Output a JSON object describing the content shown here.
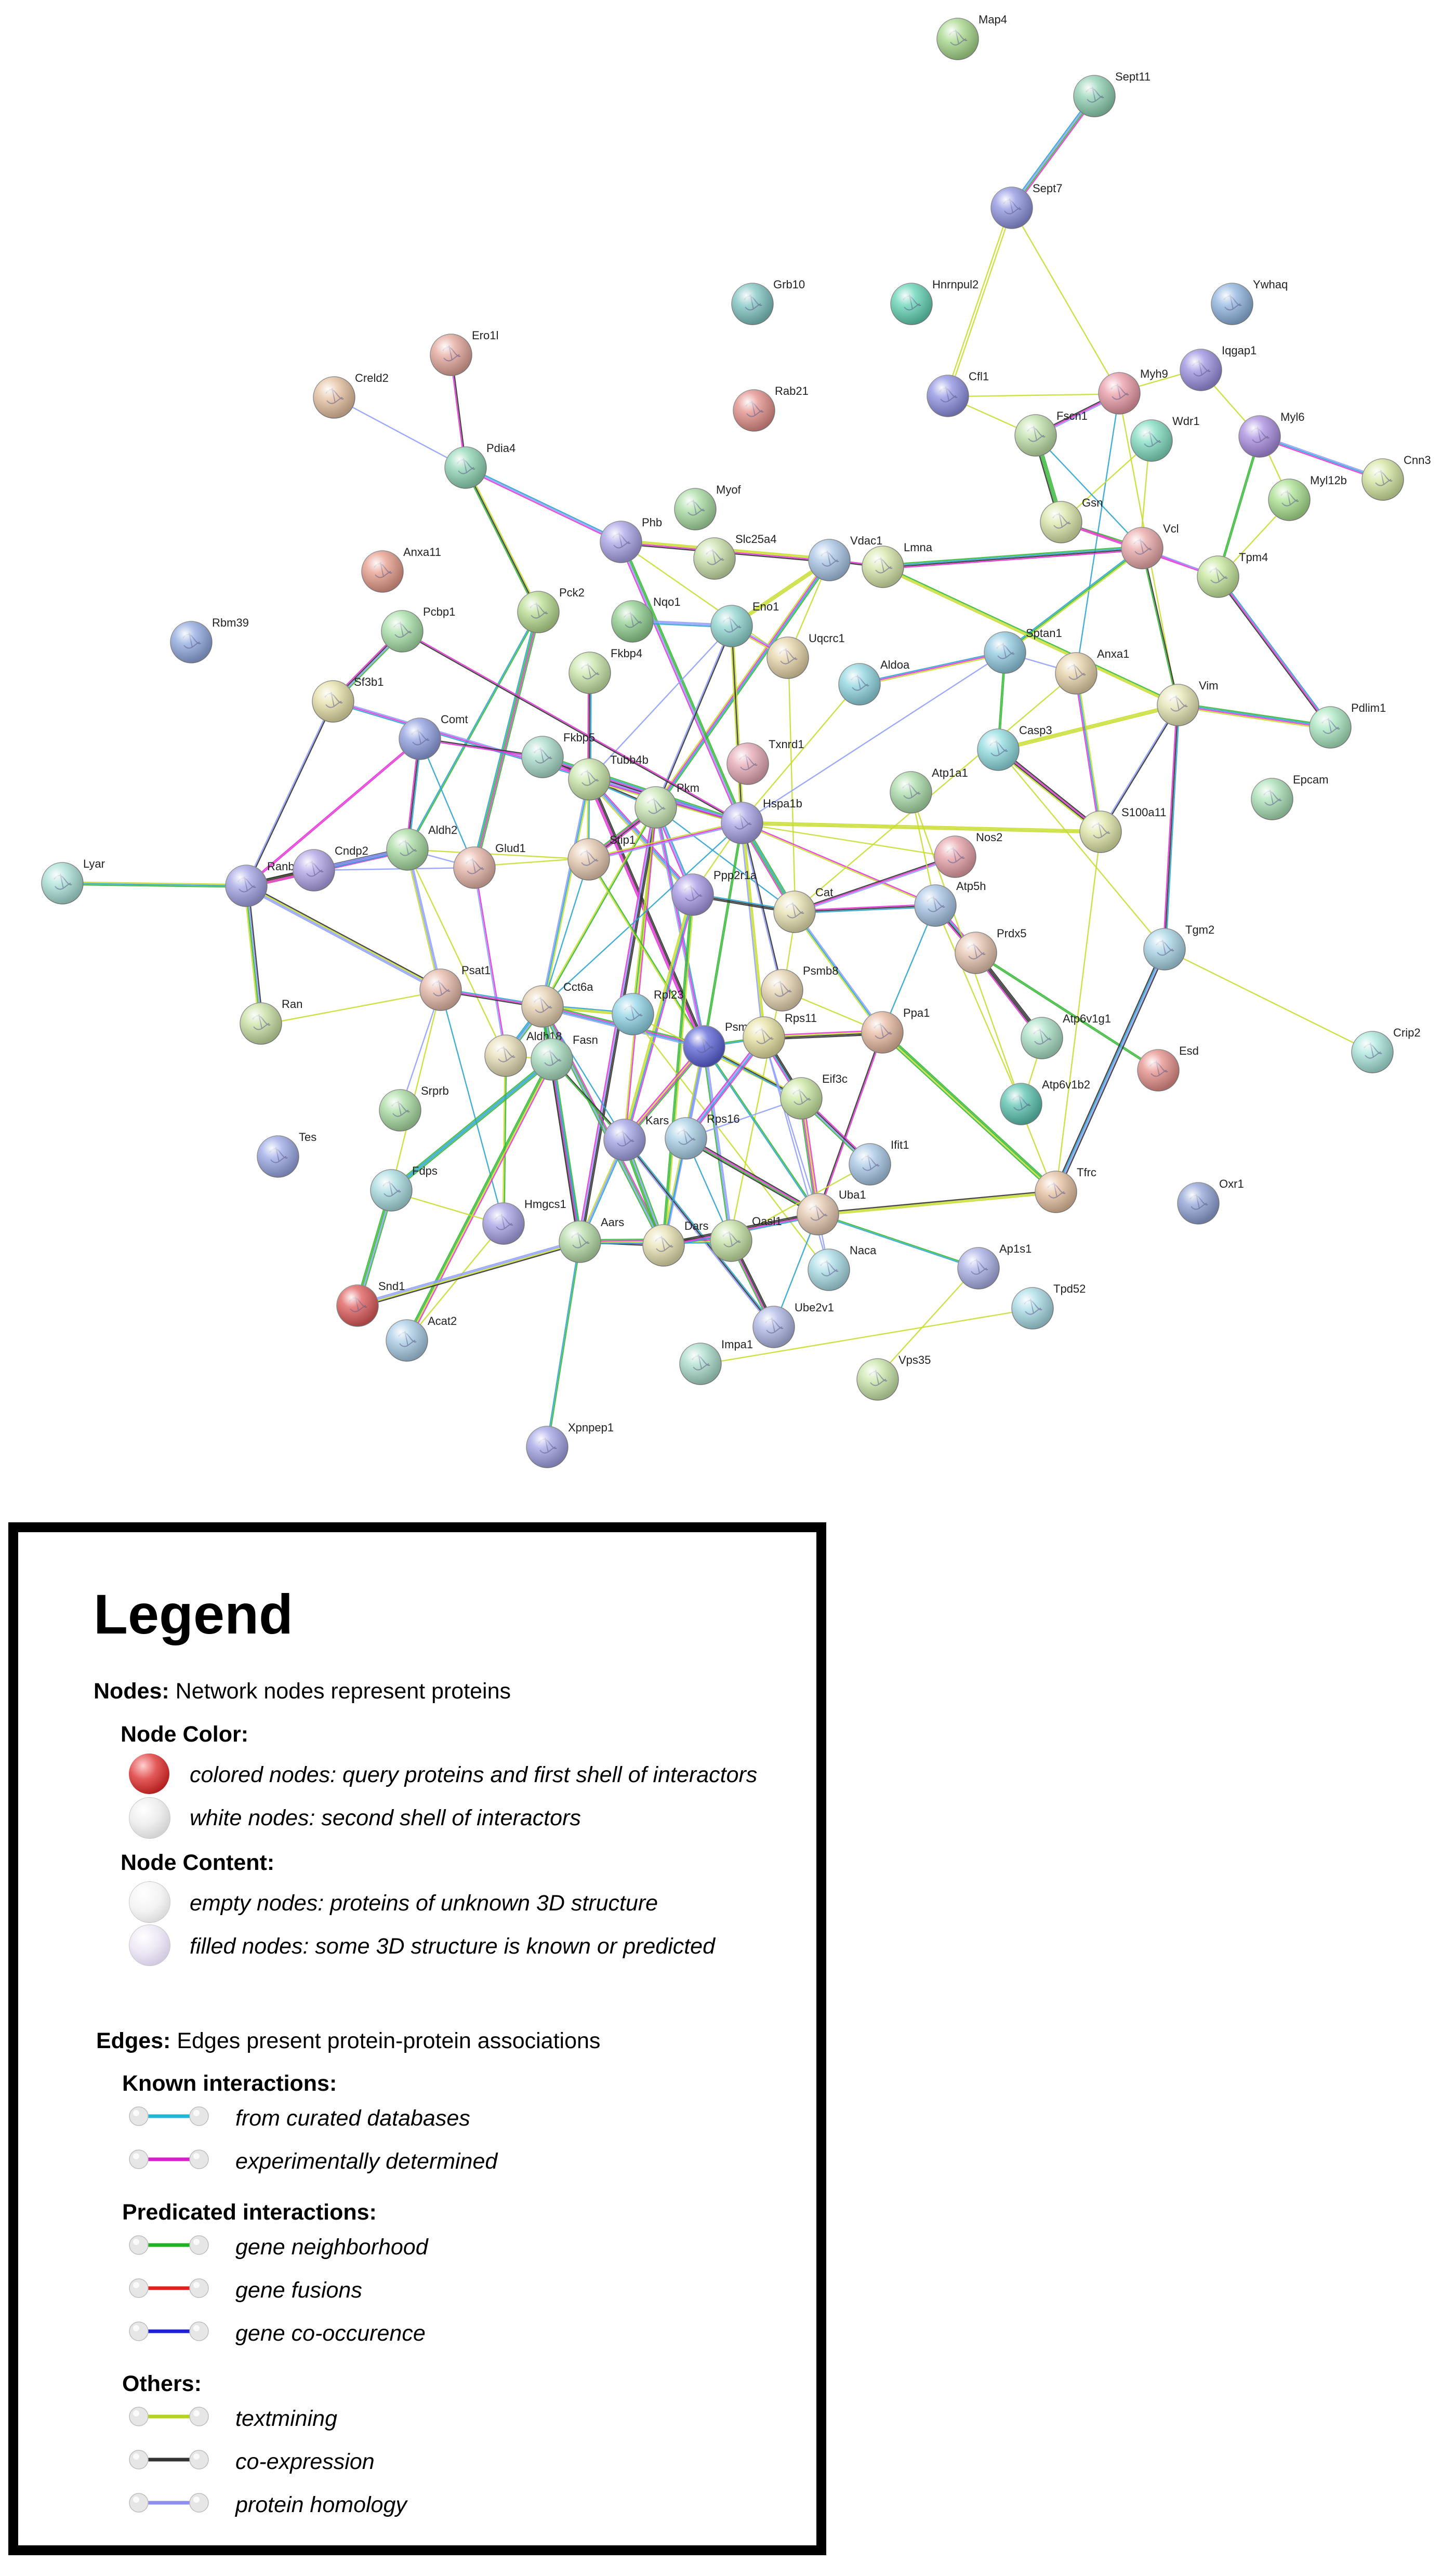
{
  "network": {
    "nodes": [
      {
        "id": "Map4",
        "label": "Map4",
        "color": "#a8d98c"
      },
      {
        "id": "Sept11",
        "label": "Sept11",
        "color": "#8fd1b2"
      },
      {
        "id": "Sept7",
        "label": "Sept7",
        "color": "#8f94e0"
      },
      {
        "id": "Grb10",
        "label": "Grb10",
        "color": "#7ec5c3"
      },
      {
        "id": "Hnrnpul2",
        "label": "Hnrnpul2",
        "color": "#62d3b4"
      },
      {
        "id": "Ywhaq",
        "label": "Ywhaq",
        "color": "#8fb4e0"
      },
      {
        "id": "Ero1l",
        "label": "Ero1l",
        "color": "#e3a59a"
      },
      {
        "id": "Creld2",
        "label": "Creld2",
        "color": "#e6c0a0"
      },
      {
        "id": "Rab21",
        "label": "Rab21",
        "color": "#e38f8a"
      },
      {
        "id": "Cfl1",
        "label": "Cfl1",
        "color": "#8e90e2"
      },
      {
        "id": "Myh9",
        "label": "Myh9",
        "color": "#e99aa6"
      },
      {
        "id": "Iqgap1",
        "label": "Iqgap1",
        "color": "#9a8fe0"
      },
      {
        "id": "Pdia4",
        "label": "Pdia4",
        "color": "#8fd6b5"
      },
      {
        "id": "Fscn1",
        "label": "Fscn1",
        "color": "#bfe0a8"
      },
      {
        "id": "Wdr1",
        "label": "Wdr1",
        "color": "#7fdcc0"
      },
      {
        "id": "Myl6",
        "label": "Myl6",
        "color": "#a98ce0"
      },
      {
        "id": "Cnn3",
        "label": "Cnn3",
        "color": "#d4e6a0"
      },
      {
        "id": "Myl12b",
        "label": "Myl12b",
        "color": "#a9e08f"
      },
      {
        "id": "Gsn",
        "label": "Gsn",
        "color": "#d9e6a8"
      },
      {
        "id": "Vcl",
        "label": "Vcl",
        "color": "#e9a7a7"
      },
      {
        "id": "Tpm4",
        "label": "Tpm4",
        "color": "#c4e69a"
      },
      {
        "id": "Anxa11",
        "label": "Anxa11",
        "color": "#e69a8a"
      },
      {
        "id": "Phb",
        "label": "Phb",
        "color": "#a9a2e6"
      },
      {
        "id": "Myof",
        "label": "Myof",
        "color": "#a8dca2"
      },
      {
        "id": "Slc25a4",
        "label": "Slc25a4",
        "color": "#c9e0a8"
      },
      {
        "id": "Vdac1",
        "label": "Vdac1",
        "color": "#a8c4e6"
      },
      {
        "id": "Lmna",
        "label": "Lmna",
        "color": "#d6e6a8"
      },
      {
        "id": "Rbm39",
        "label": "Rbm39",
        "color": "#8fa9e0"
      },
      {
        "id": "Pcbp1",
        "label": "Pcbp1",
        "color": "#a8e0a8"
      },
      {
        "id": "Pck2",
        "label": "Pck2",
        "color": "#b8dc8f"
      },
      {
        "id": "Nqo1",
        "label": "Nqo1",
        "color": "#8fcf8f"
      },
      {
        "id": "Eno1",
        "label": "Eno1",
        "color": "#8fd6d0"
      },
      {
        "id": "Uqcrc1",
        "label": "Uqcrc1",
        "color": "#e6d4a8"
      },
      {
        "id": "Fkbp4",
        "label": "Fkbp4",
        "color": "#c9e6a8"
      },
      {
        "id": "Aldoa",
        "label": "Aldoa",
        "color": "#8fd6e0"
      },
      {
        "id": "Sptan1",
        "label": "Sptan1",
        "color": "#8fc9e0"
      },
      {
        "id": "Anxa1",
        "label": "Anxa1",
        "color": "#e6d2a8"
      },
      {
        "id": "Sf3b1",
        "label": "Sf3b1",
        "color": "#e6e0a8"
      },
      {
        "id": "Comt",
        "label": "Comt",
        "color": "#8f9fe0"
      },
      {
        "id": "Fkbp5",
        "label": "Fkbp5",
        "color": "#a8dcc9"
      },
      {
        "id": "Tubb4b",
        "label": "Tubb4b",
        "color": "#c9e6a8"
      },
      {
        "id": "Txnrd1",
        "label": "Txnrd1",
        "color": "#e6a8b5"
      },
      {
        "id": "Vim",
        "label": "Vim",
        "color": "#e6e6b5"
      },
      {
        "id": "Pdlim1",
        "label": "Pdlim1",
        "color": "#a8e6c0"
      },
      {
        "id": "Casp3",
        "label": "Casp3",
        "color": "#8fdce0"
      },
      {
        "id": "Atp1a1",
        "label": "Atp1a1",
        "color": "#a8dca8"
      },
      {
        "id": "Pkm",
        "label": "Pkm",
        "color": "#c9e6b5"
      },
      {
        "id": "Hspa1b",
        "label": "Hspa1b",
        "color": "#a8a2e6"
      },
      {
        "id": "Epcam",
        "label": "Epcam",
        "color": "#a8e0b5"
      },
      {
        "id": "S100a11",
        "label": "S100a11",
        "color": "#e0e6a8"
      },
      {
        "id": "Lyar",
        "label": "Lyar",
        "color": "#a8e0d6"
      },
      {
        "id": "Ranbp1",
        "label": "Ranbp1",
        "color": "#a2a2e6"
      },
      {
        "id": "Cndp2",
        "label": "Cndp2",
        "color": "#b0a2e6"
      },
      {
        "id": "Aldh2",
        "label": "Aldh2",
        "color": "#a8dca2"
      },
      {
        "id": "Glud1",
        "label": "Glud1",
        "color": "#e6b5a8"
      },
      {
        "id": "Stip1",
        "label": "Stip1",
        "color": "#e6c9b0"
      },
      {
        "id": "Ppp2r1a",
        "label": "Ppp2r1a",
        "color": "#a898e6"
      },
      {
        "id": "Nos2",
        "label": "Nos2",
        "color": "#e6a0a8"
      },
      {
        "id": "Atp5h",
        "label": "Atp5h",
        "color": "#a8c4e6"
      },
      {
        "id": "Cat",
        "label": "Cat",
        "color": "#e6e0b0"
      },
      {
        "id": "Prdx5",
        "label": "Prdx5",
        "color": "#e6c4b0"
      },
      {
        "id": "Tgm2",
        "label": "Tgm2",
        "color": "#a8d4e6"
      },
      {
        "id": "Psmb8",
        "label": "Psmb8",
        "color": "#e6d4b0"
      },
      {
        "id": "Psat1",
        "label": "Psat1",
        "color": "#e6b8a8"
      },
      {
        "id": "Ran",
        "label": "Ran",
        "color": "#c9e0a2"
      },
      {
        "id": "Cct6a",
        "label": "Cct6a",
        "color": "#e6d0b0"
      },
      {
        "id": "Rpl23",
        "label": "Rpl23",
        "color": "#8fd4e6"
      },
      {
        "id": "Psmd2",
        "label": "Psmd2",
        "color": "#5a62d6"
      },
      {
        "id": "Rps11",
        "label": "Rps11",
        "color": "#e6e0a0"
      },
      {
        "id": "Ppa1",
        "label": "Ppa1",
        "color": "#e6b8a0"
      },
      {
        "id": "Atp6v1g1",
        "label": "Atp6v1g1",
        "color": "#a8e0c4"
      },
      {
        "id": "Crip2",
        "label": "Crip2",
        "color": "#a8e6dc"
      },
      {
        "id": "Aldh18",
        "label": "Aldh18",
        "color": "#e6dcb5"
      },
      {
        "id": "Fasn",
        "label": "Fasn",
        "color": "#a8dcc0"
      },
      {
        "id": "Eif3c",
        "label": "Eif3c",
        "color": "#c9e6a0"
      },
      {
        "id": "Atp6v1b2",
        "label": "Atp6v1b2",
        "color": "#5ac4b0"
      },
      {
        "id": "Esd",
        "label": "Esd",
        "color": "#e68f8a"
      },
      {
        "id": "Srprb",
        "label": "Srprb",
        "color": "#a8dca2"
      },
      {
        "id": "Tes",
        "label": "Tes",
        "color": "#9aa8e6"
      },
      {
        "id": "Kars",
        "label": "Kars",
        "color": "#a2a2e6"
      },
      {
        "id": "Rps16",
        "label": "Rps16",
        "color": "#a8d0e6"
      },
      {
        "id": "Ifit1",
        "label": "Ifit1",
        "color": "#a8c8e6"
      },
      {
        "id": "Fdps",
        "label": "Fdps",
        "color": "#a8dce0"
      },
      {
        "id": "Tfrc",
        "label": "Tfrc",
        "color": "#e6c0a0"
      },
      {
        "id": "Oxr1",
        "label": "Oxr1",
        "color": "#8fa2d6"
      },
      {
        "id": "Hmgcs1",
        "label": "Hmgcs1",
        "color": "#a8a2e6"
      },
      {
        "id": "Aars",
        "label": "Aars",
        "color": "#b5dca8"
      },
      {
        "id": "Dars",
        "label": "Dars",
        "color": "#e6e0b0"
      },
      {
        "id": "Oasl1",
        "label": "Oasl1",
        "color": "#c4e0a2"
      },
      {
        "id": "Uba1",
        "label": "Uba1",
        "color": "#e6c9b0"
      },
      {
        "id": "Naca",
        "label": "Naca",
        "color": "#a8dce6"
      },
      {
        "id": "Ap1s1",
        "label": "Ap1s1",
        "color": "#a8b0e6"
      },
      {
        "id": "Snd1",
        "label": "Snd1",
        "color": "#e05a5a"
      },
      {
        "id": "Acat2",
        "label": "Acat2",
        "color": "#a8cce6"
      },
      {
        "id": "Ube2v1",
        "label": "Ube2v1",
        "color": "#b0b8e6"
      },
      {
        "id": "Tpd52",
        "label": "Tpd52",
        "color": "#a8dce6"
      },
      {
        "id": "Impa1",
        "label": "Impa1",
        "color": "#a8dcc9"
      },
      {
        "id": "Vps35",
        "label": "Vps35",
        "color": "#c9e6a8"
      },
      {
        "id": "Xpnpep1",
        "label": "Xpnpep1",
        "color": "#a2a2e6"
      }
    ],
    "edge_colors": [
      "#c8dd30",
      "#e535d8",
      "#2ea4d0",
      "#333333",
      "#8fa0ff",
      "#36b836"
    ]
  },
  "legend": {
    "title": "Legend",
    "nodes_head_bold": "Nodes:",
    "nodes_head_text": " Network nodes represent proteins",
    "node_color_head": "Node Color:",
    "node_color_items": [
      "colored nodes: query proteins and first shell of interactors",
      "white nodes: second shell of interactors"
    ],
    "node_content_head": "Node Content:",
    "node_content_items": [
      "empty nodes: proteins of unknown 3D structure",
      "filled nodes: some 3D structure is known or predicted"
    ],
    "edges_head_bold": "Edges:",
    "edges_head_text": " Edges present protein-protein associations",
    "known_head": "Known interactions:",
    "known_items": [
      {
        "label": "from curated databases",
        "color": "#1fb6d8"
      },
      {
        "label": "experimentally determined",
        "color": "#d81fc8"
      }
    ],
    "predicted_head": "Predicated interactions:",
    "predicted_items": [
      {
        "label": "gene neighborhood",
        "color": "#1fb11f"
      },
      {
        "label": "gene fusions",
        "color": "#e61f1f"
      },
      {
        "label": "gene co-occurence",
        "color": "#1f1fd8"
      }
    ],
    "others_head": "Others:",
    "others_items": [
      {
        "label": "textmining",
        "color": "#b4d21f"
      },
      {
        "label": "co-expression",
        "color": "#333333"
      },
      {
        "label": "protein homology",
        "color": "#8f8ff2"
      }
    ]
  }
}
